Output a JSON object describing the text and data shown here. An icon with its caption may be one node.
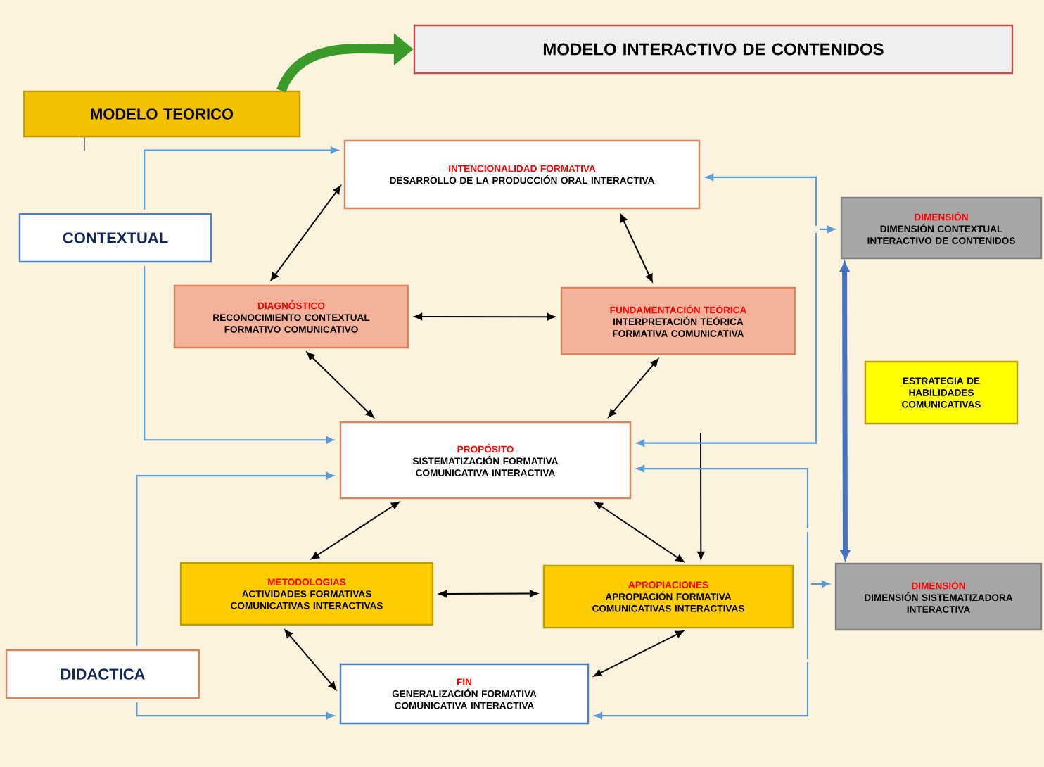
{
  "diagram": {
    "nodes": [
      {
        "text": [
          "MODELO INTERACTIVO DE CONTENIDOS"
        ]
      },
      {
        "text": [
          "MODELO TEORICO"
        ]
      },
      {
        "text": [
          "CONTEXTUAL"
        ]
      },
      {
        "text": [
          "INTENCIONALIDAD FORMATIVA",
          "DESARROLLO DE LA PRODUCCIÓN ORAL INTERACTIVA"
        ]
      },
      {
        "text": [
          "DIAGNÓSTICO",
          "RECONOCIMIENTO CONTEXTUAL FORMATIVO COMUNICATIVO"
        ]
      },
      {
        "text": [
          "FUNDAMENTACIÓN TEÓRICA",
          "INTERPRETACIÓN TEÓRICA FORMATIVA COMUNICATIVA"
        ]
      },
      {
        "text": [
          "DIMENSIÓN",
          "DIMENSIÓN CONTEXTUAL INTERACTIVO DE CONTENIDOS"
        ]
      },
      {
        "text": [
          "ESTRATEGIA DE HABILIDADES COMUNICATIVAS"
        ]
      },
      {
        "text": [
          "PROPÓSITO",
          "SISTEMATIZACIÓN FORMATIVA COMUNICATIVA INTERACTIVA"
        ]
      },
      {
        "text": [
          "METODOLOGIAS",
          "ACTIVIDADES FORMATIVAS COMUNICATIVAS INTERACTIVAS"
        ]
      },
      {
        "text": [
          "APROPIACIONES",
          "APROPIACIÓN FORMATIVA COMUNICATIVAS INTERACTIVAS"
        ]
      },
      {
        "text": [
          "DIMENSIÓN",
          "DIMENSIÓN SISTEMATIZADORA INTERACTIVA"
        ]
      },
      {
        "text": [
          "DIDACTICA"
        ]
      },
      {
        "text": [
          "FIN",
          "GENERALIZACIÓN FORMATIVA COMUNICATIVA INTERACTIVA"
        ]
      }
    ],
    "edges": [
      {
        "from": 1,
        "to": 0,
        "arrow": "to",
        "style": "thick",
        "color": "#3a9a2a"
      },
      {
        "from": 3,
        "to": 5,
        "arrow": "both"
      },
      {
        "from": 4,
        "to": 3,
        "arrow": "both"
      },
      {
        "from": 4,
        "to": 5,
        "arrow": "both"
      },
      {
        "from": 5,
        "to": 8,
        "arrow": "both"
      },
      {
        "from": 4,
        "to": 8,
        "arrow": "both"
      },
      {
        "from": 8,
        "to": 9,
        "arrow": "both"
      },
      {
        "from": 8,
        "to": 10,
        "arrow": "both"
      },
      {
        "from": 9,
        "to": 10,
        "arrow": "both"
      },
      {
        "from": 9,
        "to": 13,
        "arrow": "both"
      },
      {
        "from": 13,
        "to": 10,
        "arrow": "both"
      },
      {
        "from": null,
        "to": 10,
        "arrow": "to"
      },
      {
        "from": 2,
        "to": 3,
        "arrow": "to",
        "color": "#5b9bd5"
      },
      {
        "from": 2,
        "to": 8,
        "arrow": "to",
        "color": "#5b9bd5"
      },
      {
        "from": 12,
        "to": 8,
        "arrow": "to",
        "color": "#5b9bd5"
      },
      {
        "from": 12,
        "to": 13,
        "arrow": "to",
        "color": "#5b9bd5"
      },
      {
        "from": null,
        "to": 3,
        "arrow": "to",
        "color": "#5b9bd5"
      },
      {
        "from": null,
        "to": 6,
        "arrow": "to",
        "color": "#5b9bd5"
      },
      {
        "from": null,
        "to": 8,
        "arrow": "to",
        "color": "#5b9bd5"
      },
      {
        "from": null,
        "to": 8,
        "arrow": "to",
        "color": "#5b9bd5"
      },
      {
        "from": null,
        "to": 11,
        "arrow": "to",
        "color": "#5b9bd5"
      },
      {
        "from": null,
        "to": 13,
        "arrow": "to",
        "color": "#5b9bd5"
      },
      {
        "from": 6,
        "to": 11,
        "arrow": "both",
        "style": "thick",
        "color": "#4472c4"
      }
    ]
  }
}
